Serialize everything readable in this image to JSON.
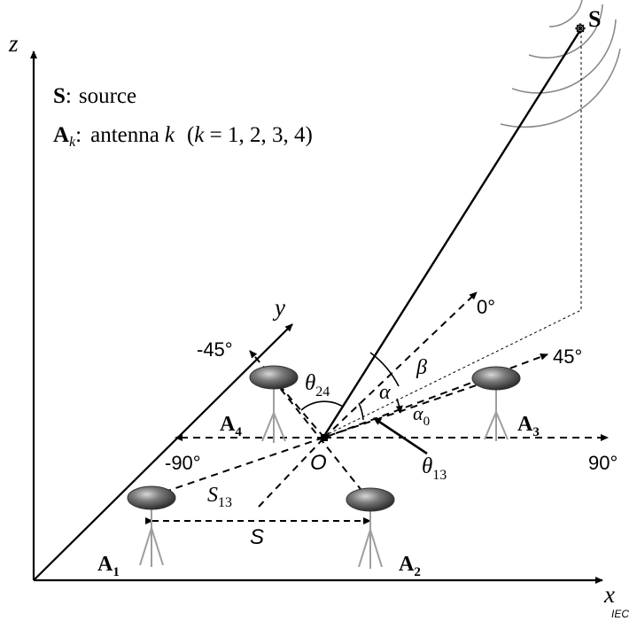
{
  "legend": {
    "source_symbol": "S",
    "source_sep": ":",
    "source_text": "source",
    "antenna_symbol": "A",
    "antenna_sub": "k",
    "antenna_sep": ":",
    "antenna_text": "antenna",
    "antenna_var": "k",
    "antenna_range_open": "(",
    "antenna_range_var": "k",
    "antenna_range_values": " = 1, 2, 3, 4)"
  },
  "axes": {
    "x": "x",
    "y": "y",
    "z": "z",
    "origin": "O"
  },
  "source": {
    "label": "S"
  },
  "antennas": [
    {
      "base": "A",
      "sub": "1"
    },
    {
      "base": "A",
      "sub": "2"
    },
    {
      "base": "A",
      "sub": "3"
    },
    {
      "base": "A",
      "sub": "4"
    }
  ],
  "direction_labels": {
    "zero": "0°",
    "pos45": "45°",
    "neg45": "-45°",
    "pos90": "90°",
    "neg90": "-90°"
  },
  "angles": {
    "alpha": "α",
    "alpha0": "α",
    "alpha0_sub": "0",
    "beta": "β",
    "theta13": "θ",
    "theta13_sub": "13",
    "theta24": "θ",
    "theta24_sub": "24"
  },
  "distances": {
    "s13": "S",
    "s13_sub": "13",
    "s": "S"
  },
  "watermark": "IEC"
}
